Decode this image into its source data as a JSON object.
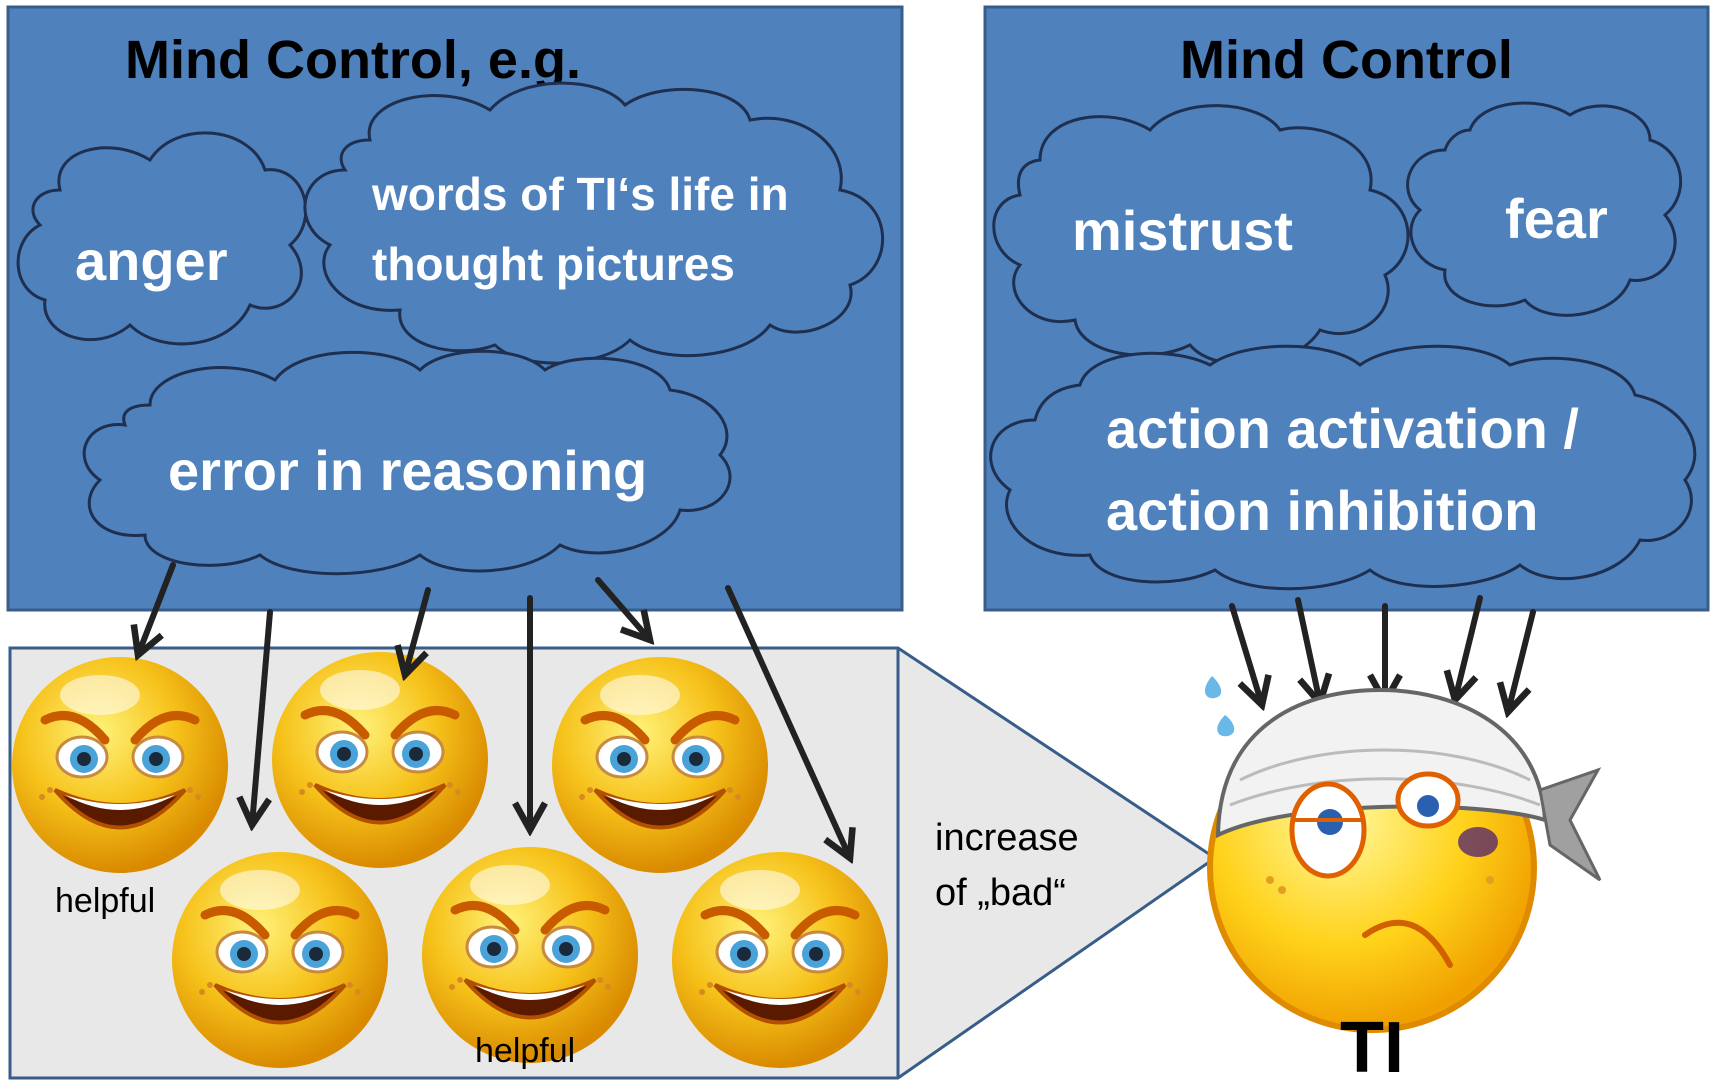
{
  "left_panel": {
    "title": "Mind Control, e.g.",
    "clouds": {
      "anger": "anger",
      "words_line1": "words of TI‘s life in",
      "words_line2": "thought pictures",
      "error": "error in reasoning"
    }
  },
  "right_panel": {
    "title": "Mind Control",
    "clouds": {
      "mistrust": "mistrust",
      "fear": "fear",
      "action_line1": "action activation /",
      "action_line2": "action inhibition"
    }
  },
  "smiley_group": {
    "label_1": "helpful",
    "label_2": "helpful",
    "callout_line1": "increase",
    "callout_line2": "of „bad“"
  },
  "victim": {
    "label": "TI"
  },
  "colors": {
    "panel_blue": "#4f81bd",
    "panel_border": "#385d8a",
    "cloud_stroke": "#1f2f4f",
    "callout_fill": "#e8e8e8"
  }
}
